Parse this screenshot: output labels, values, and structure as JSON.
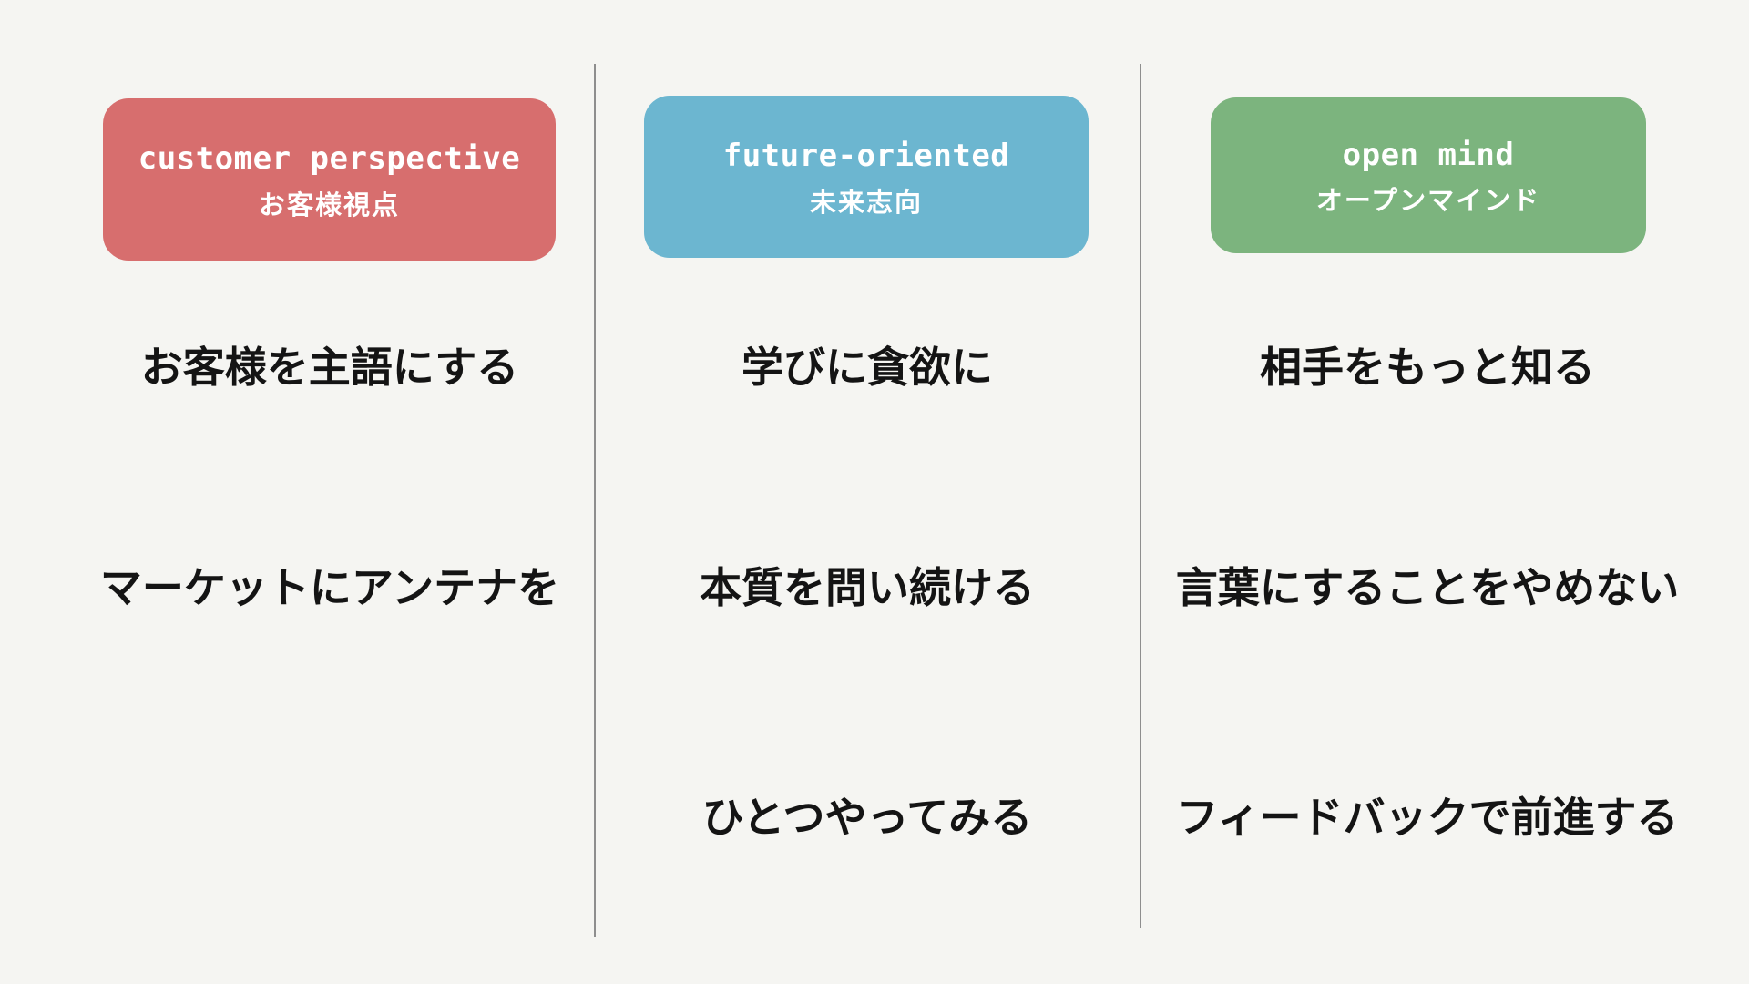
{
  "page": {
    "background_color": "#f5f5f2",
    "divider_color": "#8e8e8e",
    "text_color": "#141414"
  },
  "columns": [
    {
      "id": "customer-perspective",
      "header": {
        "title": "customer perspective",
        "subtitle": "お客様視点",
        "color": "#d76e6e"
      },
      "items": [
        "お客様を主語にする",
        "マーケットにアンテナを"
      ]
    },
    {
      "id": "future-oriented",
      "header": {
        "title": "future-oriented",
        "subtitle": "未来志向",
        "color": "#6cb6d0"
      },
      "items": [
        "学びに貪欲に",
        "本質を問い続ける",
        "ひとつやってみる"
      ]
    },
    {
      "id": "open-mind",
      "header": {
        "title": "open mind",
        "subtitle": "オープンマインド",
        "color": "#7cb47e"
      },
      "items": [
        "相手をもっと知る",
        "言葉にすることをやめない",
        "フィードバックで前進する"
      ]
    }
  ]
}
